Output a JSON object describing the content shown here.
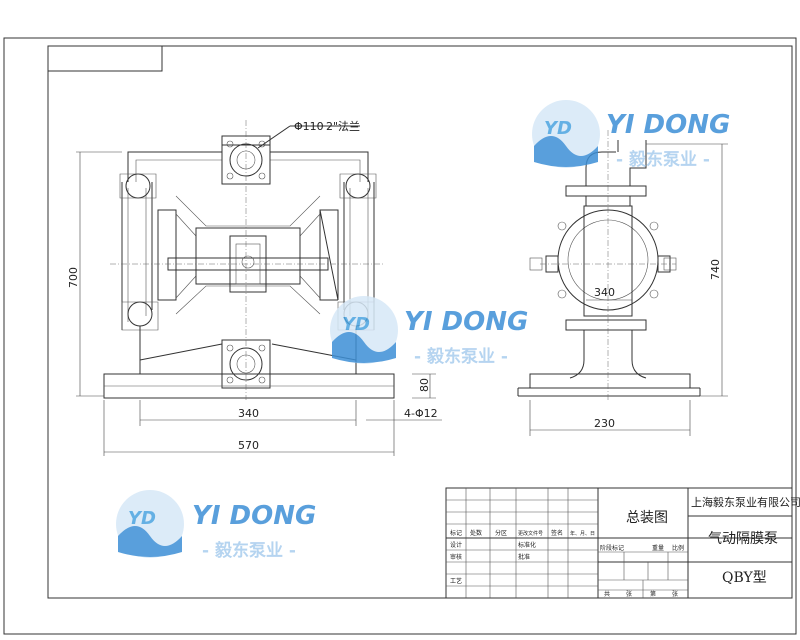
{
  "drawing": {
    "dimensions": {
      "pipe_dia": "Φ110",
      "flange": "2\"法兰",
      "height_front": "700",
      "height_base": "80",
      "width_bolt": "340",
      "width_total": "570",
      "holes": "4-Φ12",
      "side_height": "740",
      "side_inner": "340",
      "side_base": "230"
    }
  },
  "title_block": {
    "drawing_name": "总装图",
    "company": "上海毅东泵业有限公司",
    "product": "气动隔膜泵",
    "model": "QBY型",
    "row_labels": [
      "标记",
      "处数",
      "分区",
      "更改文件号",
      "签名",
      "年、月、日"
    ],
    "left_labels": [
      "设计",
      "审核",
      "工艺",
      "标准化",
      "批准"
    ],
    "stage_labels": [
      "阶段标记",
      "重量",
      "比例"
    ],
    "sheet_labels": [
      "共",
      "张",
      "第",
      "张"
    ]
  },
  "watermarks": [
    {
      "logo_letters": "YD",
      "brand": "YI DONG",
      "cn": "- 毅东泵业 -"
    },
    {
      "logo_letters": "YD",
      "brand": "YI DONG",
      "cn": "- 毅东泵业 -"
    },
    {
      "logo_letters": "YD",
      "brand": "YI DONG",
      "cn": "- 毅东泵业 -"
    }
  ],
  "colors": {
    "line": "#333333",
    "watermark_blue": "#3d8fd6",
    "watermark_light": "#a9cdee",
    "watermark_green": "#7cc26a"
  }
}
